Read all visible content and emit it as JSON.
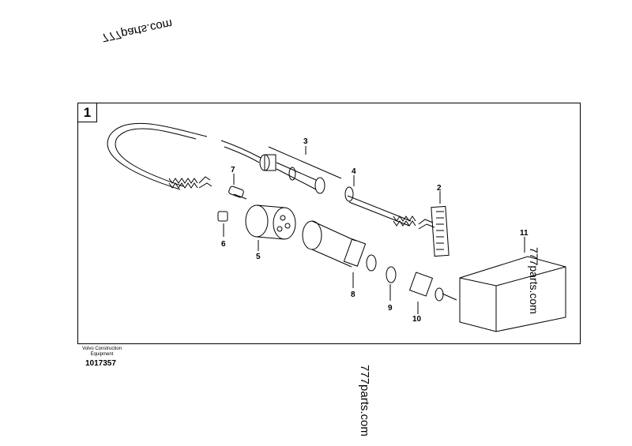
{
  "watermarks": {
    "top": "777parts.com",
    "right": "777parts.com",
    "bottom": "777parts.com"
  },
  "figure": {
    "badge": "1"
  },
  "callouts": {
    "c1": "2",
    "c2": "3",
    "c3": "4",
    "c4": "5",
    "c5": "6",
    "c6": "7",
    "c7": "8",
    "c8": "9",
    "c9": "10",
    "c10": "11"
  },
  "footer": {
    "brand_line1": "Volvo Construction",
    "brand_line2": "Equipment",
    "doc_number": "1017357"
  }
}
